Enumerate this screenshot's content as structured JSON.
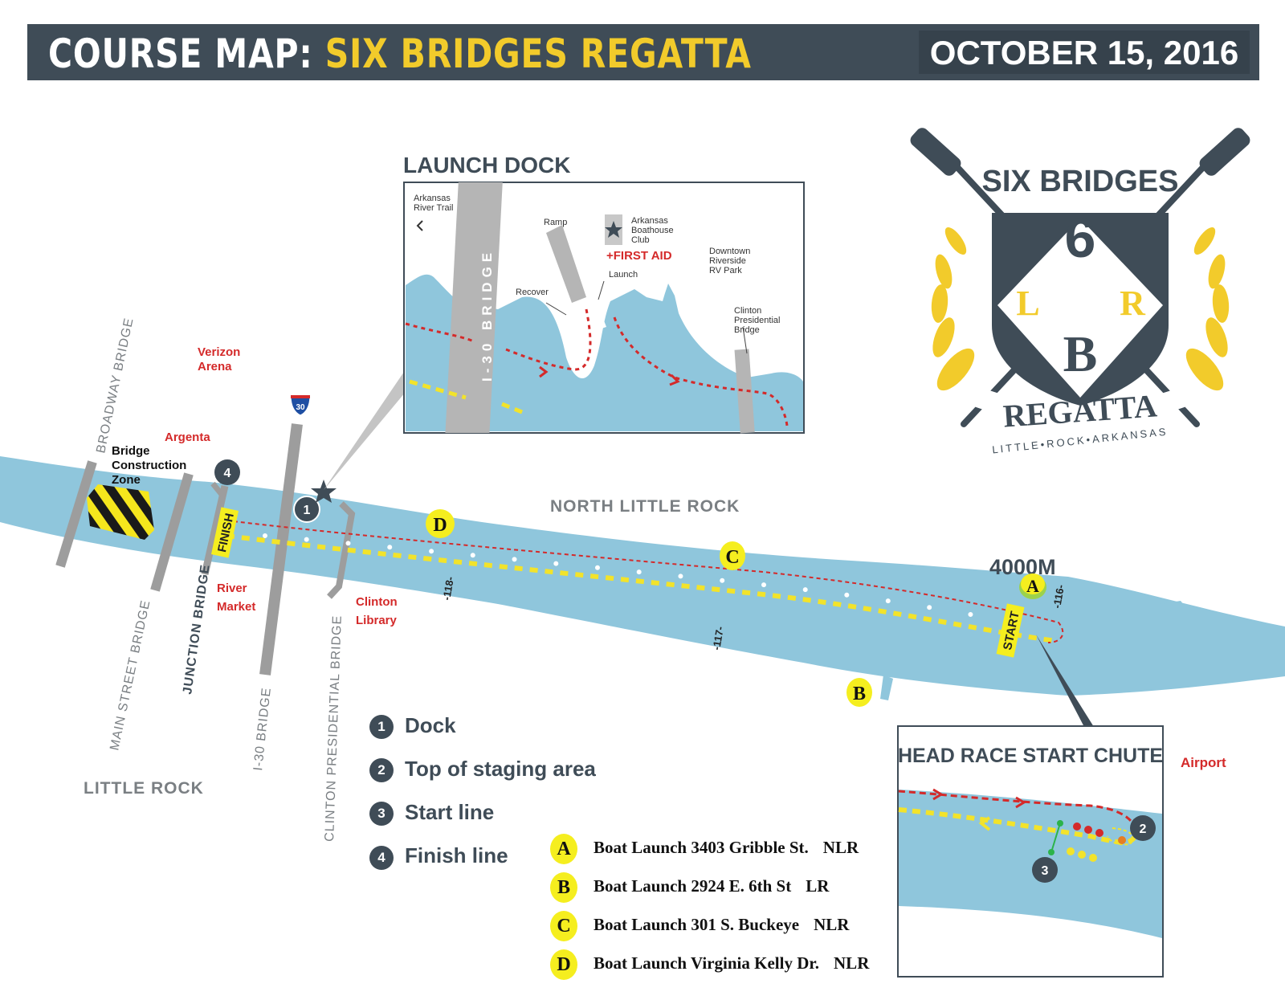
{
  "header": {
    "title_prefix": "COURSE MAP:",
    "title_highlight": "SIX BRIDGES REGATTA",
    "date": "OCTOBER 15, 2016"
  },
  "bridges": {
    "broadway": "BROADWAY BRIDGE",
    "main_street": "MAIN STREET BRIDGE",
    "junction": "JUNCTION BRIDGE",
    "i30": "I-30 BRIDGE",
    "clinton": "CLINTON PRESIDENTIAL BRIDGE",
    "interstate_shield": "30"
  },
  "places": {
    "verizon_arena": [
      "Verizon",
      "Arena"
    ],
    "argenta": "Argenta",
    "construction_zone": [
      "Bridge",
      "Construction",
      "Zone"
    ],
    "river_market": [
      "River",
      "Market"
    ],
    "clinton_library": [
      "Clinton",
      "Library"
    ],
    "north_little_rock": "NORTH LITTLE ROCK",
    "little_rock": "LITTLE ROCK",
    "airport": "Airport"
  },
  "course": {
    "finish": "FINISH",
    "start": "START",
    "distance": "4000M",
    "mile_markers": [
      "-118-",
      "-117-",
      "-116-"
    ],
    "dock_marker": "1",
    "finish_marker": "4"
  },
  "launch_dock": {
    "title": "LAUNCH DOCK",
    "river_trail": [
      "Arkansas",
      "River Trail"
    ],
    "ramp": "Ramp",
    "boathouse": [
      "Arkansas",
      "Boathouse",
      "Club"
    ],
    "first_aid": "+FIRST AID",
    "launch": "Launch",
    "recover": "Recover",
    "rv_park": [
      "Downtown",
      "Riverside",
      "RV Park"
    ],
    "clinton_bridge": [
      "Clinton",
      "Presidential",
      "Bridge"
    ],
    "i30_bridge": "I-30 BRIDGE"
  },
  "start_chute": {
    "title": "HEAD RACE START CHUTE",
    "marker_staging": "2",
    "marker_start": "3"
  },
  "logo": {
    "top": "SIX BRIDGES",
    "number": "6",
    "left": "L",
    "right": "R",
    "bottom": "B",
    "banner": "REGATTA",
    "sub": "LITTLE•ROCK•ARKANSAS"
  },
  "legend": [
    {
      "num": "1",
      "label": "Dock"
    },
    {
      "num": "2",
      "label": "Top of staging area"
    },
    {
      "num": "3",
      "label": "Start line"
    },
    {
      "num": "4",
      "label": "Finish line"
    }
  ],
  "launches": [
    {
      "letter": "A",
      "label": "Boat Launch 3403 Gribble St.",
      "side": "NLR"
    },
    {
      "letter": "B",
      "label": "Boat Launch 2924 E. 6th St",
      "side": "LR"
    },
    {
      "letter": "C",
      "label": "Boat Launch 301 S. Buckeye",
      "side": "NLR"
    },
    {
      "letter": "D",
      "label": "Boat Launch Virginia Kelly Dr.",
      "side": "NLR"
    }
  ],
  "colors": {
    "river": "#8fc6dc",
    "slate": "#3f4c57",
    "yellow": "#f2cb2b",
    "red": "#d42a2a",
    "bridge_gray": "#9d9d9d"
  }
}
